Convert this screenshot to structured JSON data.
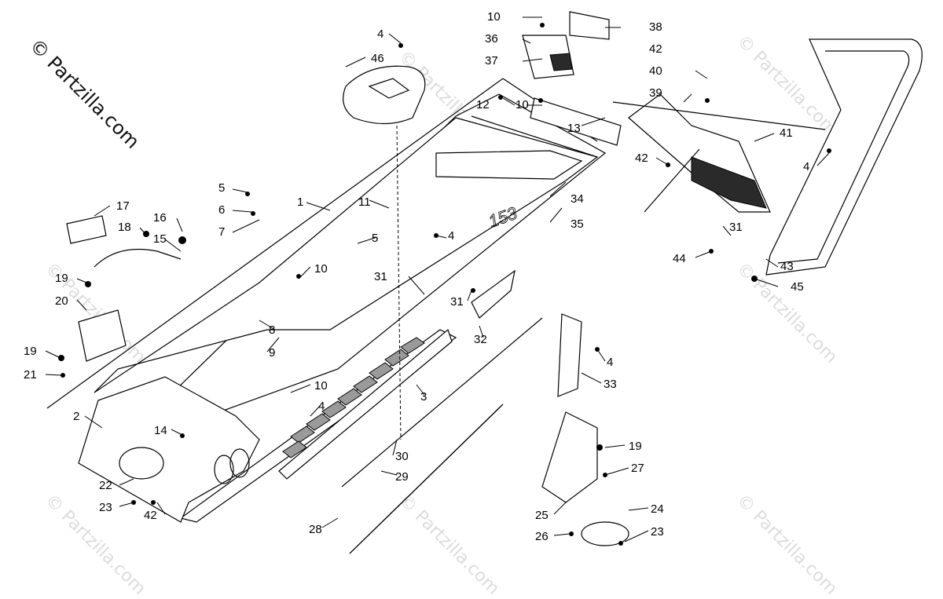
{
  "watermark": {
    "main": "© Partzilla.com",
    "faint": "© Partzilla.com"
  },
  "callouts": [
    {
      "id": "c1",
      "text": "1"
    },
    {
      "id": "c2",
      "text": "2"
    },
    {
      "id": "c3",
      "text": "3"
    },
    {
      "id": "c4a",
      "text": "4"
    },
    {
      "id": "c4b",
      "text": "4"
    },
    {
      "id": "c4c",
      "text": "4"
    },
    {
      "id": "c4d",
      "text": "4"
    },
    {
      "id": "c4e",
      "text": "4"
    },
    {
      "id": "c5a",
      "text": "5"
    },
    {
      "id": "c5b",
      "text": "5"
    },
    {
      "id": "c6",
      "text": "6"
    },
    {
      "id": "c7",
      "text": "7"
    },
    {
      "id": "c8",
      "text": "8"
    },
    {
      "id": "c9",
      "text": "9"
    },
    {
      "id": "c10a",
      "text": "10"
    },
    {
      "id": "c10b",
      "text": "10"
    },
    {
      "id": "c10c",
      "text": "10"
    },
    {
      "id": "c10d",
      "text": "10"
    },
    {
      "id": "c11",
      "text": "11"
    },
    {
      "id": "c12",
      "text": "12"
    },
    {
      "id": "c13",
      "text": "13"
    },
    {
      "id": "c14",
      "text": "14"
    },
    {
      "id": "c15",
      "text": "15"
    },
    {
      "id": "c16",
      "text": "16"
    },
    {
      "id": "c17",
      "text": "17"
    },
    {
      "id": "c18",
      "text": "18"
    },
    {
      "id": "c19a",
      "text": "19"
    },
    {
      "id": "c19b",
      "text": "19"
    },
    {
      "id": "c19c",
      "text": "19"
    },
    {
      "id": "c20",
      "text": "20"
    },
    {
      "id": "c21",
      "text": "21"
    },
    {
      "id": "c22",
      "text": "22"
    },
    {
      "id": "c23a",
      "text": "23"
    },
    {
      "id": "c23b",
      "text": "23"
    },
    {
      "id": "c24",
      "text": "24"
    },
    {
      "id": "c25",
      "text": "25"
    },
    {
      "id": "c26",
      "text": "26"
    },
    {
      "id": "c27",
      "text": "27"
    },
    {
      "id": "c28",
      "text": "28"
    },
    {
      "id": "c29",
      "text": "29"
    },
    {
      "id": "c30",
      "text": "30"
    },
    {
      "id": "c31a",
      "text": "31"
    },
    {
      "id": "c31b",
      "text": "31"
    },
    {
      "id": "c31c",
      "text": "31"
    },
    {
      "id": "c32",
      "text": "32"
    },
    {
      "id": "c33",
      "text": "33"
    },
    {
      "id": "c34",
      "text": "34"
    },
    {
      "id": "c35",
      "text": "35"
    },
    {
      "id": "c36",
      "text": "36"
    },
    {
      "id": "c37",
      "text": "37"
    },
    {
      "id": "c38",
      "text": "38"
    },
    {
      "id": "c39",
      "text": "39"
    },
    {
      "id": "c40",
      "text": "40"
    },
    {
      "id": "c41",
      "text": "41"
    },
    {
      "id": "c42a",
      "text": "42"
    },
    {
      "id": "c42b",
      "text": "42"
    },
    {
      "id": "c42c",
      "text": "42"
    },
    {
      "id": "c43",
      "text": "43"
    },
    {
      "id": "c44",
      "text": "44"
    },
    {
      "id": "c45",
      "text": "45"
    },
    {
      "id": "c46",
      "text": "46"
    }
  ],
  "decal_text": "153"
}
